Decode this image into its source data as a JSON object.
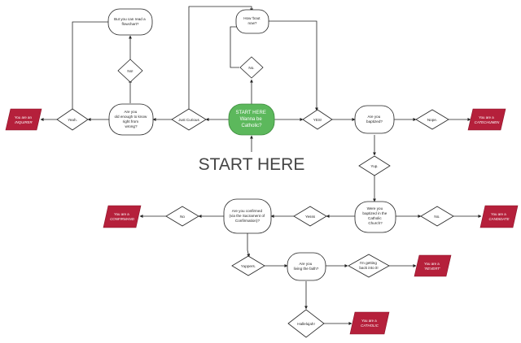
{
  "big_label": "START HERE",
  "colors": {
    "start": "#5cb85c",
    "result": "#b5203b"
  },
  "start": [
    "START HERE",
    "Wanna be",
    "Catholic?"
  ],
  "nodes": {
    "read_flowchart": [
      "But you can read a",
      "flowchart?"
    ],
    "no_small": [
      "No!"
    ],
    "old_enough": [
      "Are you",
      "old enough to know",
      "right from",
      "wrong?"
    ],
    "yeah": [
      "Yeah."
    ],
    "just_curious": [
      "Just Curious"
    ],
    "how_bout_now": [
      "How 'bout",
      "now?"
    ],
    "no_mid": [
      "No."
    ],
    "yes": [
      "YES!"
    ],
    "baptized": [
      "Are you",
      "baptized?"
    ],
    "nope": [
      "Nope."
    ],
    "yup": [
      "Yup."
    ],
    "baptized_catholic": [
      "Were you",
      "baptized in the",
      "Catholic",
      "Church?"
    ],
    "no_catholic": [
      "No."
    ],
    "yesss": [
      "Yesss"
    ],
    "confirmed": [
      "Are you confirmed",
      "(via the Sacrament of",
      "Confirmation)?"
    ],
    "no_confirmed": [
      "No"
    ],
    "yuppers": [
      "Yuppers."
    ],
    "living_faith": [
      "Are you",
      "living the faith?"
    ],
    "getting_back": [
      "I'm getting",
      "back into it!"
    ],
    "hallelujah": [
      "Hallelujah!"
    ]
  },
  "results": {
    "inquirer": [
      "You are an",
      "INQUIRER"
    ],
    "catechumen": [
      "You are a",
      "CATECHUMEN"
    ],
    "candidate": [
      "You are a",
      "CANDIDATE"
    ],
    "confirmand": [
      "You are a",
      "CONFIRMAND"
    ],
    "revert": [
      "You are a",
      "'REVERT'"
    ],
    "catholic": [
      "You are a",
      "CATHOLIC"
    ]
  }
}
